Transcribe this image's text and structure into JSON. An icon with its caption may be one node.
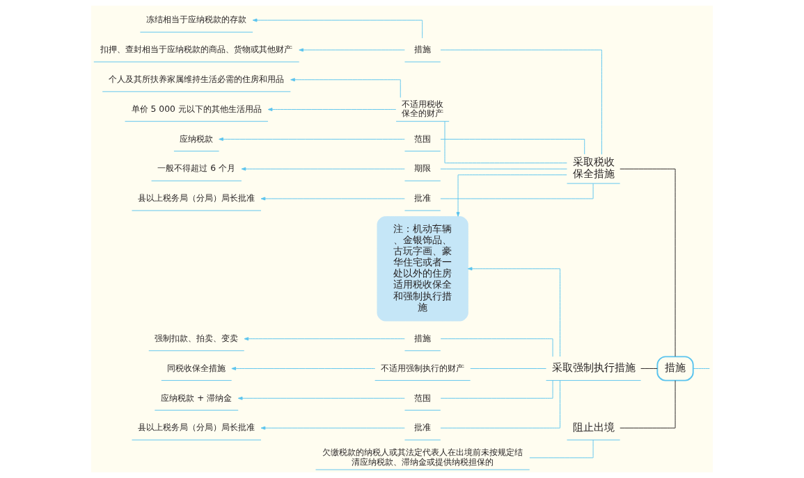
{
  "diagram": {
    "nodes": [
      {
        "text": [
          "冻结相当于应纳税款的存款"
        ]
      },
      {
        "text": [
          "扣押、查封相当于应纳税款的商品、货物或其他财产"
        ]
      },
      {
        "text": [
          "措施"
        ]
      },
      {
        "text": [
          "个人及其所扶养家属维持生活必需的住房和用品"
        ]
      },
      {
        "text": [
          "单价 5 000 元以下的其他生活用品"
        ]
      },
      {
        "text": [
          "不适用税收保全的财产"
        ]
      },
      {
        "text": [
          "措施"
        ]
      },
      {
        "text": [
          "采取税收保全措施"
        ]
      },
      {
        "text": [
          "应纳税款"
        ]
      },
      {
        "text": [
          "范围"
        ]
      },
      {
        "text": [
          "一般不得超过 6 个月"
        ]
      },
      {
        "text": [
          "期限"
        ]
      },
      {
        "text": [
          "县以上税务局（分局）局长批准"
        ]
      },
      {
        "text": [
          "批准"
        ]
      },
      {
        "text": [
          "注：机动车辆、金银饰品、古玩字画、豪华住宅或者一处以外的住房适用税收保全和强制执行措施"
        ]
      },
      {
        "text": [
          "强制扣款、拍卖、变卖"
        ]
      },
      {
        "text": [
          "措施"
        ]
      },
      {
        "text": [
          "同税收保全措施"
        ]
      },
      {
        "text": [
          "不适用强制执行的财产"
        ]
      },
      {
        "text": [
          "应纳税款 + 滞纳金"
        ]
      },
      {
        "text": [
          "范围"
        ]
      },
      {
        "text": [
          "县以上税务局（分局）局长批准"
        ]
      },
      {
        "text": [
          "批准"
        ]
      },
      {
        "text": [
          "采取强制执行措施"
        ]
      },
      {
        "text": [
          "欠缴税款的纳税人或其法定代表人在出境前未按规定结清应纳税款、滞纳金或提供纳税担保的"
        ]
      },
      {
        "text": [
          "阻止出境"
        ]
      }
    ],
    "edges": [
      {
        "from": null,
        "to": 6,
        "arrow": "none"
      },
      {
        "from": 6,
        "to": 7,
        "arrow": "none",
        "color": "#231f20"
      },
      {
        "from": 6,
        "to": 23,
        "arrow": "none",
        "color": "#231f20"
      },
      {
        "from": 6,
        "to": 25,
        "arrow": "none",
        "color": "#231f20"
      },
      {
        "from": 7,
        "to": 2,
        "arrow": "none"
      },
      {
        "from": 2,
        "to": 0,
        "arrow": "to"
      },
      {
        "from": 2,
        "to": 1,
        "arrow": "to"
      },
      {
        "from": 7,
        "to": 5,
        "arrow": "none"
      },
      {
        "from": 5,
        "to": 3,
        "arrow": "to"
      },
      {
        "from": 5,
        "to": 4,
        "arrow": "to"
      },
      {
        "from": 7,
        "to": 9,
        "arrow": "none"
      },
      {
        "from": 9,
        "to": 8,
        "arrow": "to"
      },
      {
        "from": 7,
        "to": 11,
        "arrow": "none"
      },
      {
        "from": 11,
        "to": 10,
        "arrow": "to"
      },
      {
        "from": 7,
        "to": 13,
        "arrow": "none"
      },
      {
        "from": 13,
        "to": 12,
        "arrow": "to"
      },
      {
        "from": 7,
        "to": 14,
        "arrow": "to"
      },
      {
        "from": 23,
        "to": 14,
        "arrow": "to"
      },
      {
        "from": 23,
        "to": 16,
        "arrow": "none"
      },
      {
        "from": 16,
        "to": 15,
        "arrow": "to"
      },
      {
        "from": 23,
        "to": 18,
        "arrow": "none"
      },
      {
        "from": 18,
        "to": 17,
        "arrow": "to"
      },
      {
        "from": 23,
        "to": 20,
        "arrow": "none"
      },
      {
        "from": 20,
        "to": 19,
        "arrow": "to"
      },
      {
        "from": 23,
        "to": 22,
        "arrow": "none"
      },
      {
        "from": 22,
        "to": 21,
        "arrow": "to"
      },
      {
        "from": 25,
        "to": 24,
        "arrow": "none"
      }
    ]
  }
}
